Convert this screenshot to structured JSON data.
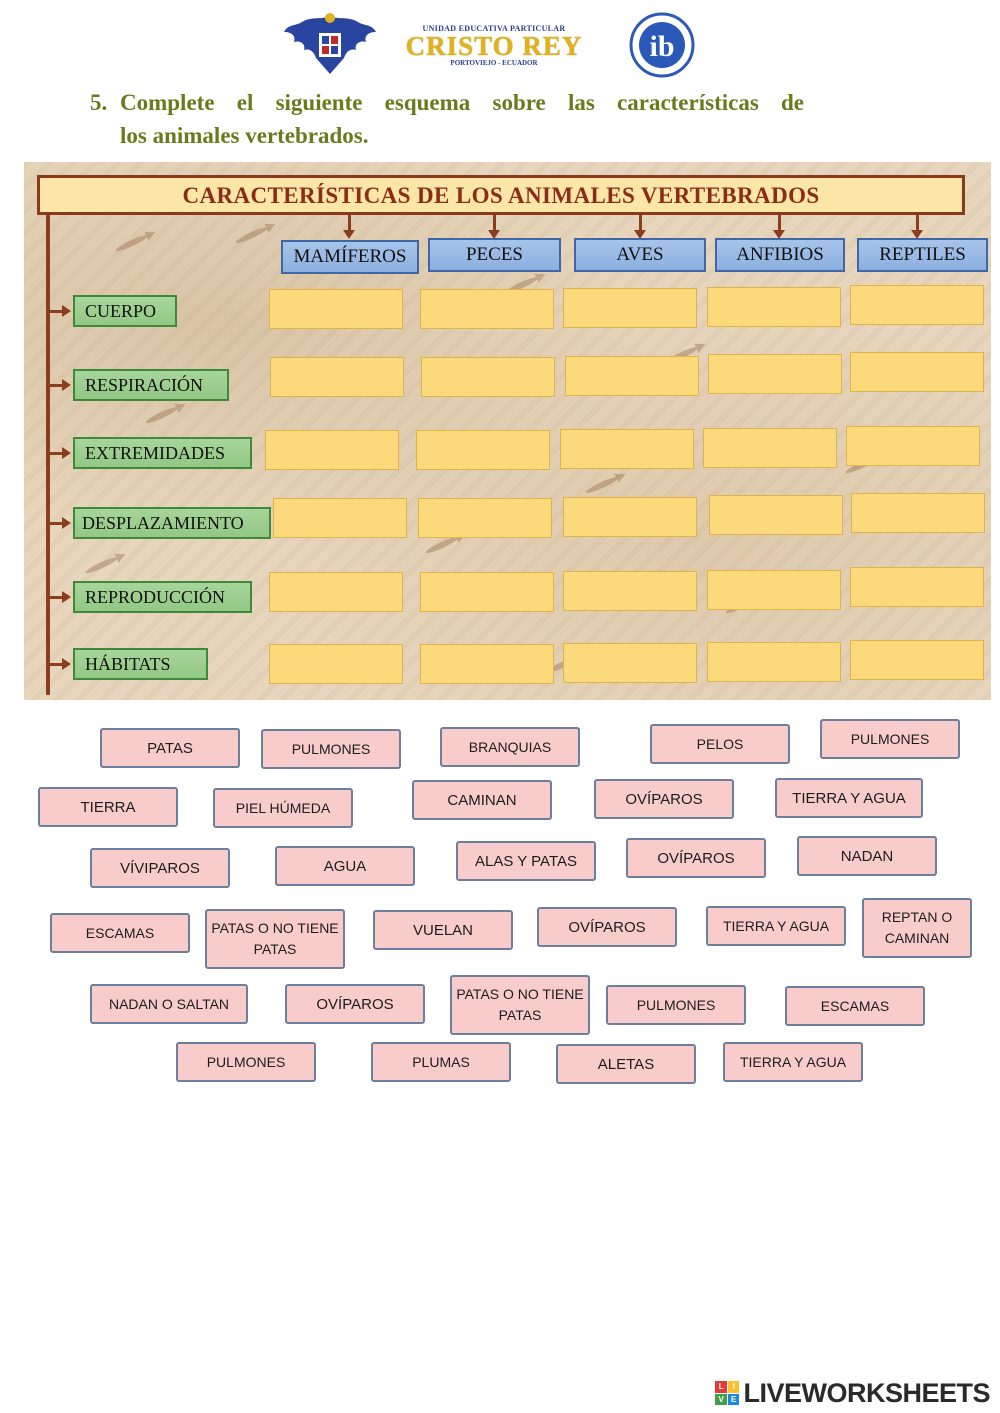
{
  "header": {
    "school_line1": "UNIDAD EDUCATIVA PARTICULAR",
    "school_name": "CRISTO REY",
    "school_line3": "PORTOVIEJO - ECUADOR",
    "ib_letters": "ib"
  },
  "instruction": {
    "number": "5.",
    "line1": "Complete el siguiente esquema sobre las características de",
    "line2": "los animales vertebrados."
  },
  "diagram": {
    "title": "CARACTERÍSTICAS DE LOS ANIMALES VERTEBRADOS",
    "groups": [
      "MAMÍFEROS",
      "PECES",
      "AVES",
      "ANFIBIOS",
      "REPTILES"
    ],
    "rows": [
      "CUERPO",
      "RESPIRACIÓN",
      "EXTREMIDADES",
      "DESPLAZAMIENTO",
      "REPRODUCCIÓN",
      "HÁBITATS"
    ]
  },
  "tiles": [
    "PATAS",
    "PULMONES",
    "BRANQUIAS",
    "PELOS",
    "PULMONES",
    "TIERRA",
    "PIEL HÚMEDA",
    "CAMINAN",
    "OVÍPAROS",
    "TIERRA Y AGUA",
    "VÍVIPAROS",
    "AGUA",
    "ALAS Y PATAS",
    "OVÍPAROS",
    "NADAN",
    "ESCAMAS",
    "PATAS O NO TIENE PATAS",
    "VUELAN",
    "OVÍPAROS",
    "TIERRA Y AGUA",
    "REPTAN O CAMINAN",
    "NADAN O SALTAN",
    "OVÍPAROS",
    "PATAS O NO TIENE PATAS",
    "PULMONES",
    "ESCAMAS",
    "PULMONES",
    "PLUMAS",
    "ALETAS",
    "TIERRA Y AGUA"
  ],
  "footer": {
    "brand": "LIVEWORKSHEETS",
    "brand_logo_letters": [
      "L",
      "I",
      "V",
      "E"
    ]
  },
  "colors": {
    "title_text": "#8b2c17",
    "instruction": "#6b7a1c",
    "tile_fill": "#f9cccc",
    "cell_fill": "#fcd97a"
  }
}
